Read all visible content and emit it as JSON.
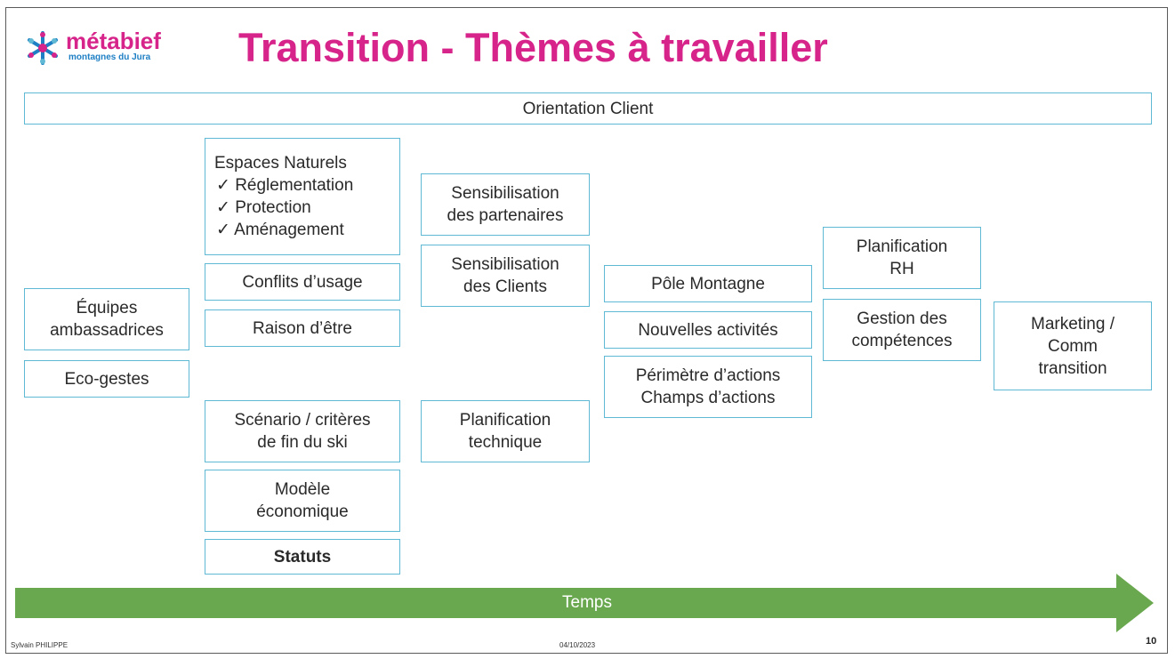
{
  "header": {
    "logo_brand": "métabief",
    "logo_subtitle": "montagnes du Jura",
    "title": "Transition - Thèmes à travailler"
  },
  "banner": {
    "label": "Orientation Client"
  },
  "columns": {
    "col1": {
      "equipes": [
        "Équipes",
        "ambassadrices"
      ],
      "ecogestes": [
        "Eco-gestes"
      ]
    },
    "col2": {
      "espaces": [
        "Espaces Naturels",
        "✓ Réglementation",
        "✓ Protection",
        "✓ Aménagement"
      ],
      "conflits": [
        "Conflits d’usage"
      ],
      "raison": [
        "Raison d’être"
      ],
      "scenario": [
        "Scénario / critères",
        "de fin du ski"
      ],
      "modele": [
        "Modèle",
        "économique"
      ],
      "statuts": [
        "Statuts"
      ]
    },
    "col3": {
      "sens_partenaires": [
        "Sensibilisation",
        "des partenaires"
      ],
      "sens_clients": [
        "Sensibilisation",
        "des Clients"
      ],
      "planif_tech": [
        "Planification",
        "technique"
      ]
    },
    "col4": {
      "pole": [
        "Pôle Montagne"
      ],
      "nouvelles": [
        "Nouvelles activités"
      ],
      "perimetre": [
        "Périmètre d’actions",
        "Champs d’actions"
      ]
    },
    "col5": {
      "planif_rh": [
        "Planification",
        "RH"
      ],
      "gestion": [
        "Gestion des",
        "compétences"
      ]
    },
    "col6": {
      "marketing": [
        "Marketing /",
        "Comm",
        "transition"
      ]
    }
  },
  "timeline": {
    "label": "Temps",
    "color": "#6aa84f"
  },
  "footer": {
    "author": "Sylvain PHILIPPE",
    "date": "04/10/2023",
    "page": "10"
  },
  "colors": {
    "title": "#d6248a",
    "box_border": "#5fb8d4",
    "logo_sub": "#1e7fc4"
  }
}
